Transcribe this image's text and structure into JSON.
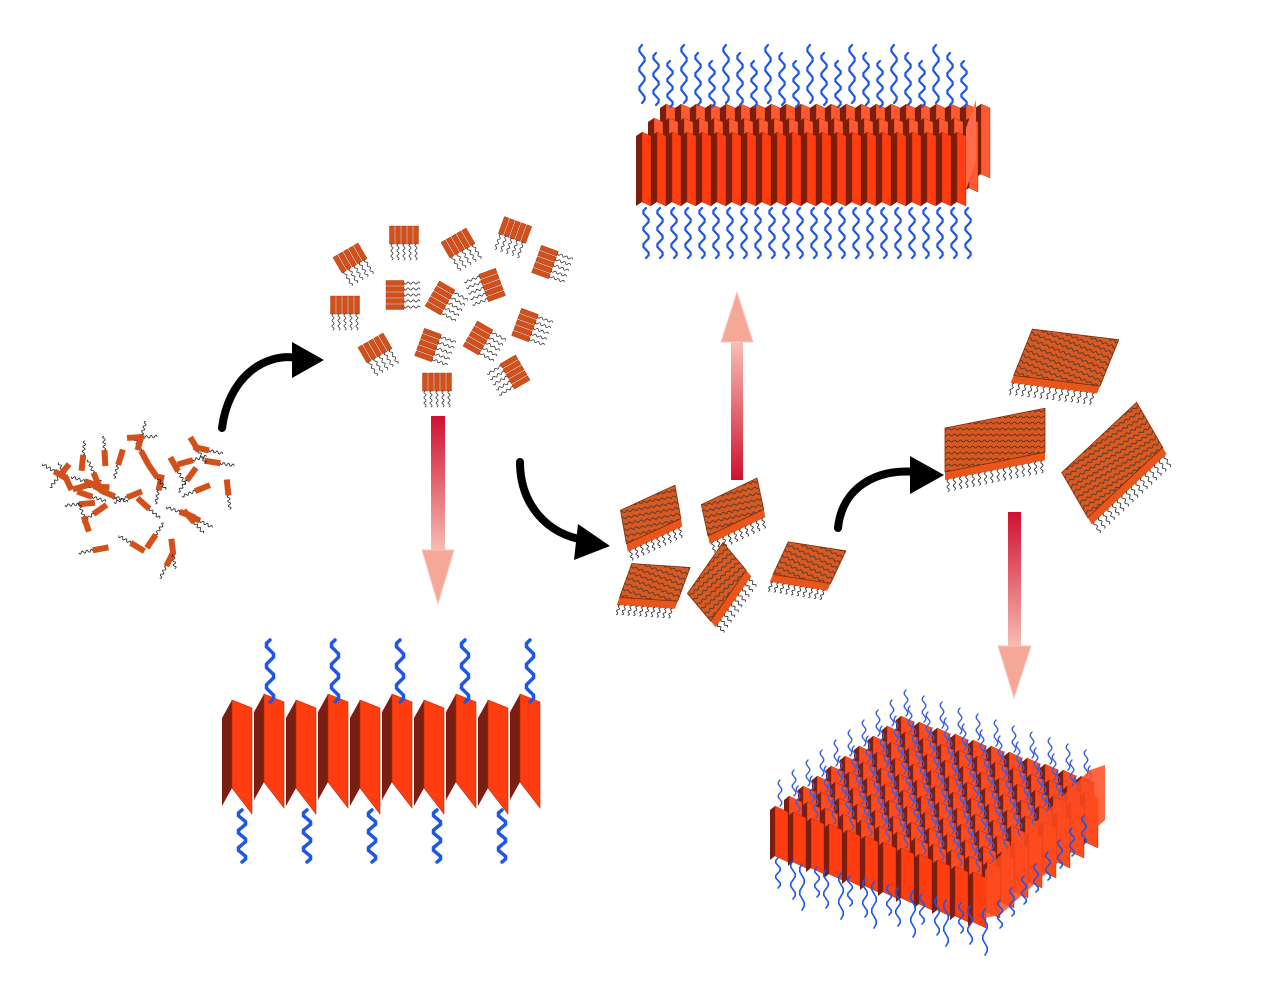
{
  "colors": {
    "background": "#ffffff",
    "rod": "#d4501a",
    "plate_front": "#ff3d10",
    "plate_side": "#7a1f10",
    "plate_light": "#ff7a58",
    "tail_blue": "#1e56e6",
    "tail_black": "#222222",
    "arrow_black": "#000000",
    "arrow_red_top": "#d01030",
    "arrow_red_bottom": "#f5b3a6"
  },
  "stages": [
    {
      "id": "molecules",
      "description_name": "dispersed-amphiphile-molecules"
    },
    {
      "id": "small-clusters",
      "description_name": "molecular-clusters"
    },
    {
      "id": "single-layer",
      "description_name": "single-stack-with-tails"
    },
    {
      "id": "small-sheets",
      "description_name": "small-nanosheets"
    },
    {
      "id": "ribbon-stack",
      "description_name": "multilayer-ribbon-stack"
    },
    {
      "id": "large-sheets",
      "description_name": "large-nanosheets"
    },
    {
      "id": "lattice",
      "description_name": "3d-plate-lattice"
    }
  ],
  "icons": {
    "curved_arrow": "curved-black-arrow-icon",
    "gradient_arrow": "red-gradient-arrow-icon"
  }
}
